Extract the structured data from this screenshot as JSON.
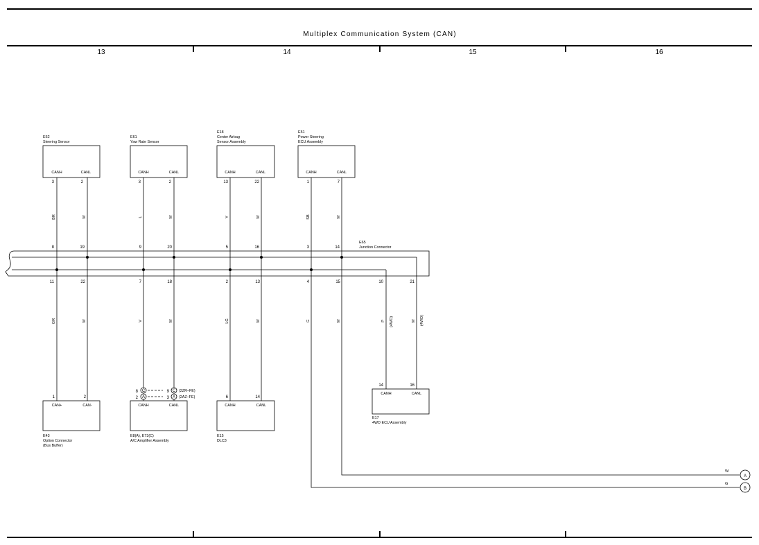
{
  "title": "Multiplex Communication System (CAN)",
  "columns": [
    "13",
    "14",
    "15",
    "16"
  ],
  "components": {
    "e62": {
      "id": "E62",
      "name": "Steering Sensor",
      "pin_labels": [
        "CANH",
        "CANL"
      ],
      "pins": [
        "3",
        "2"
      ]
    },
    "e61_yaw": {
      "id": "E61",
      "name": "Yaw Rate Sensor",
      "pin_labels": [
        "CANH",
        "CANL"
      ],
      "pins": [
        "3",
        "2"
      ]
    },
    "e18": {
      "id": "E18",
      "name1": "Center Airbag",
      "name2": "Sensor Assembly",
      "pin_labels": [
        "CANH",
        "CANL"
      ],
      "pins": [
        "13",
        "22"
      ]
    },
    "e51": {
      "id": "E51",
      "name1": "Power Steering",
      "name2": "ECU Assembly",
      "pin_labels": [
        "CANH",
        "CANL"
      ],
      "pins": [
        "1",
        "7"
      ]
    },
    "e65": {
      "id": "E65",
      "name": "Junction Connector",
      "top_pins": [
        "8",
        "19",
        "9",
        "20",
        "5",
        "16",
        "3",
        "14"
      ],
      "bottom_pins": [
        "11",
        "22",
        "7",
        "18",
        "2",
        "13",
        "4",
        "15",
        "10",
        "21"
      ]
    },
    "e43": {
      "id": "E43",
      "name1": "Option Connector",
      "name2": "(Bus Buffer)",
      "pin_labels": [
        "CAN+",
        "CAN-"
      ],
      "pins": [
        "1",
        "2"
      ]
    },
    "e8": {
      "id": "E8(A), E73(C)",
      "name": "A/C Amplifier Assembly",
      "pin_labels": [
        "CANH",
        "CANL"
      ],
      "pins_row1": [
        "8",
        "9"
      ],
      "pins_row2": [
        "2",
        "3"
      ],
      "conn_row1": [
        "C",
        "C"
      ],
      "conn_row2": [
        "A",
        "A"
      ],
      "variant_row1": "(2ZR–FE)",
      "variant_row2": "(2AZ–FE)"
    },
    "e15": {
      "id": "E15",
      "name": "DLC3",
      "pin_labels": [
        "CANH",
        "CANL"
      ],
      "pins": [
        "6",
        "14"
      ]
    },
    "e17": {
      "id": "E17",
      "name": "4WD ECU Assembly",
      "pin_labels": [
        "CANH",
        "CANL"
      ],
      "pins": [
        "14",
        "16"
      ]
    }
  },
  "wire_colors": {
    "top": [
      "BR",
      "W",
      "L",
      "W",
      "Y",
      "W",
      "SB",
      "W"
    ],
    "bottom": [
      "GR",
      "W",
      "V",
      "W",
      "LG",
      "W",
      "G",
      "W",
      "P",
      "W"
    ],
    "bottom_notes": [
      "(4WD)",
      "(4WD)"
    ],
    "out": [
      "W",
      "G"
    ]
  },
  "off_page": [
    "A",
    "B"
  ]
}
